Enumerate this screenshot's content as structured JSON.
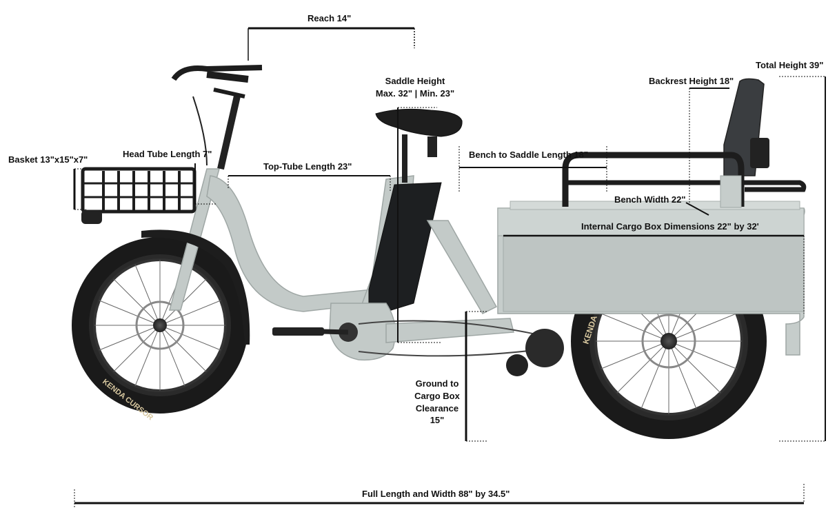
{
  "labels": {
    "reach": "Reach 14\"",
    "saddle_height_title": "Saddle Height",
    "saddle_height_range": "Max. 32\" | Min. 23\"",
    "total_height": "Total Height 39\"",
    "backrest_height": "Backrest Height 18\"",
    "basket": "Basket 13\"x15\"x7\"",
    "head_tube_length": "Head Tube Length 7\"",
    "top_tube_length": "Top-Tube Length 23\"",
    "bench_to_saddle_length": "Bench to Saddle Length 18\"",
    "bench_width": "Bench Width 22\"",
    "internal_cargo_box": "Internal  Cargo Box Dimensions 22\" by 32'",
    "ground_to_cargo_box_line1": "Ground to",
    "ground_to_cargo_box_line2": "Cargo Box",
    "ground_to_cargo_box_line3": "Clearance",
    "ground_to_cargo_box_line4": "15\"",
    "full_length_width": "Full Length and Width 88\" by 34.5\""
  },
  "tire_text": "KENDA CURSOR",
  "colors": {
    "frame": "#c3cac8",
    "frame_dark": "#9ea6a4",
    "tire": "#1a1a1a",
    "dimension_line": "#111111"
  }
}
